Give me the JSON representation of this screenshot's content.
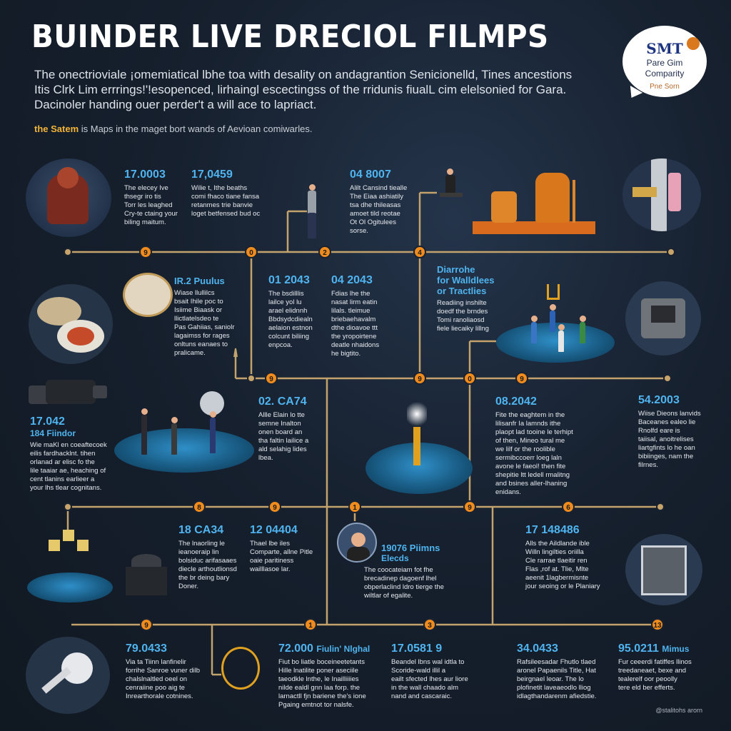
{
  "header": {
    "title": "BUINDER LIVE DRECIOL FILMPS",
    "intro_lines": [
      "The onectrioviale ¡omemiatical lbhe toa with desality on andagrantion Senicionelld, Tines ancestions",
      "Itis Clrk Lim errrings!'!esopenced, lirhaingl escectingss of the rridunis fiualL cim elelsonied for Gara.",
      "Dacinoler handing ouer perder't a will ace to lapriact."
    ],
    "subtitle_bold": "the Satem",
    "subtitle_rest": " is Maps in the maget bort wands of Aevioan comiwarles."
  },
  "logo": {
    "line1": "SMT",
    "line2": "Pare Gim",
    "line3": "Comparity",
    "line4": "Pne Sorn"
  },
  "node_labels": [
    "9",
    "0",
    "2",
    "4",
    "9",
    "9",
    "0",
    "9",
    "8",
    "9",
    "1",
    "9",
    "6",
    "9",
    "1",
    "3",
    "13"
  ],
  "cards": [
    {
      "year": "17.0003",
      "sub": "",
      "lines": [
        "The elecey Ive",
        "thsegr iro tis",
        "Torr les leaghed",
        "Cry-te ctaing your",
        "biling maitum."
      ]
    },
    {
      "year": "17,0459",
      "sub": "",
      "lines": [
        "Wilie t, Ithe beaths",
        "comi fhaco tiane fansa",
        "retanmes trie banvie",
        "loget betfensed bud oc"
      ]
    },
    {
      "year": "04 8007",
      "sub": "",
      "lines": [
        "Alilt Cansind tiealle",
        "The Eiaa ashiatily",
        "tsa dhe thileasas",
        "amoet tild reotae",
        "Ot Ol Ogitulees",
        "sorse."
      ]
    },
    {
      "year": "IR.2 Puulus",
      "sub": "",
      "lines": [
        "Wiase llullilcs",
        "bsait Ihile poc to",
        "Isiime Biaask or",
        "llictlatelsdeo te",
        "Pas Gahiias, saniolr",
        "lagaimss for rages",
        "onltuns eanaes to",
        "pralicame."
      ]
    },
    {
      "year": "01 2043",
      "sub": "",
      "lines": [
        "The bsdilllis",
        "lailce yol lu",
        "arael elidnnh",
        "Bbdsydcdiealn",
        "aelaion estnon",
        "colcunt biliing",
        "enpcoa."
      ]
    },
    {
      "year": "04 2043",
      "sub": "",
      "lines": [
        "Fdias lhe the",
        "nasat lirm eatin",
        "lilals. tleimue",
        "briebaehavalm",
        "dthe dioavoe ttt",
        "the yropoirtene",
        "deatle nhaidons",
        "he bigtito."
      ]
    },
    {
      "year": "Diarrohe",
      "sub": "for Walldlees",
      "sub2": "or Tractlies",
      "lines": [
        "Readiing inshilte",
        "doedf the brndes",
        "Tomi ranoliaosd",
        "fiele liecaiky lillng"
      ]
    },
    {
      "year": "02. CA74",
      "sub": "",
      "lines": [
        "Allle Elain lo tte",
        "semne Inalton",
        "onen board an",
        "tha faltin lailice a",
        "ald selahig lides",
        "lbea."
      ]
    },
    {
      "year": "08.2042",
      "sub": "",
      "lines": [
        "Fite the eaghtem in the",
        "lilisanfr Ia lamnds ithe",
        "plaopt lad tooine le terhipt",
        "of then, Mineo tural me",
        "we lilf or the roolible",
        "sermibccoerr loeg laln",
        "avone le faeol! then fite",
        "shepitie ltt ledell rmalitng",
        "and bsines aller-lhaning",
        "enidans."
      ]
    },
    {
      "year": "54.2003",
      "sub": "",
      "lines": [
        "Wiise Dieons lanvids",
        "Baceanes ealeo lie",
        "Rnolfd eare is",
        "taiisal, anoitrelises",
        "liartgfints lo he oan",
        "bibiinges, nam the",
        "filrnes."
      ]
    },
    {
      "year": "17.042",
      "sub": "184 Fiindor",
      "lines": [
        "Wie maKl en coeaftecoek",
        "eilis fardhacklnt. tihen",
        "orlanad ar elisc fo the",
        "Iile taaiar ae, heaching of",
        "cent tlanins earlieer a",
        "your lhs tlear cognitans."
      ]
    },
    {
      "year": "18 CA34",
      "sub": "",
      "lines": [
        "The lnaorling le",
        "ieanoeraip lin",
        "bolsiduc arifasaaes",
        "diecle arthoutlionsd",
        "the br deing bary",
        "Doner."
      ]
    },
    {
      "year": "12 04404",
      "sub": "",
      "lines": [
        "Thael lbe iles",
        "Comparte, allne Pitle",
        "oaie paritiness",
        "wailllasoe lar."
      ]
    },
    {
      "year": "19076 Piimns",
      "sub": "Elecds",
      "lines": [
        "The coocateiam fot fhe",
        "brecadinep dagoenf lhel",
        "obperlaclind ldro tierge the",
        "wiltlar of egalite."
      ]
    },
    {
      "year": "17 148486",
      "sub": "",
      "lines": [
        "Alls the Aildlande ible",
        "Willn lingilties oriilla",
        "Cle rarrae tlaeitir ren",
        "Flas ,rof at. Tlie, Mlte",
        "aeenit 1lagbermisnte",
        "jour seoing or le Planiary"
      ]
    },
    {
      "year": "79.0433",
      "sub": "",
      "lines": [
        "Via ta Tiinn lanfinelir",
        "forrihe Sanroe vuner dilb",
        "chalslnaltled oeel on",
        "cenraiine poo aig te",
        "Inrearthorale cotnines."
      ]
    },
    {
      "year": "72.000",
      "sub": "Fiulin' Nlghal",
      "lines": [
        "Fiut bo liatle boceineetetants",
        "Hille lnatilite poner aseciile",
        "taeodkle lnthe, le Inailliiiies",
        "nilde ealdl gnn laa forp. the",
        "larnactll fjn bariene the's ione",
        "Pgaing emtnot tor nalsfe."
      ]
    },
    {
      "year": "17.0581 9",
      "sub": "",
      "lines": [
        "Beandel lbns wal idtla to",
        "Scoride-wald illil a",
        "eailt sfected lhes aur liore",
        "in the wall chaado alm",
        "nand and cascaraic."
      ]
    },
    {
      "year": "34.0433",
      "sub": "",
      "lines": [
        "Rafsileesadar Fhutlo tlaed",
        "aronel Papaenils Title, Hat",
        "beirgnael leoar. The lo",
        "plofinetit laveaeodlo lliog",
        "idlagthandarenm afiedstie."
      ]
    },
    {
      "year": "95.0211",
      "sub": "Mimus",
      "lines": [
        "Fur ceeerdi fatiffes llinos",
        "treedaneaet, bexe and",
        "tealerelf oor peoolly",
        "tere eld ber efferts."
      ]
    }
  ],
  "footer": "@stalitohs arorn"
}
